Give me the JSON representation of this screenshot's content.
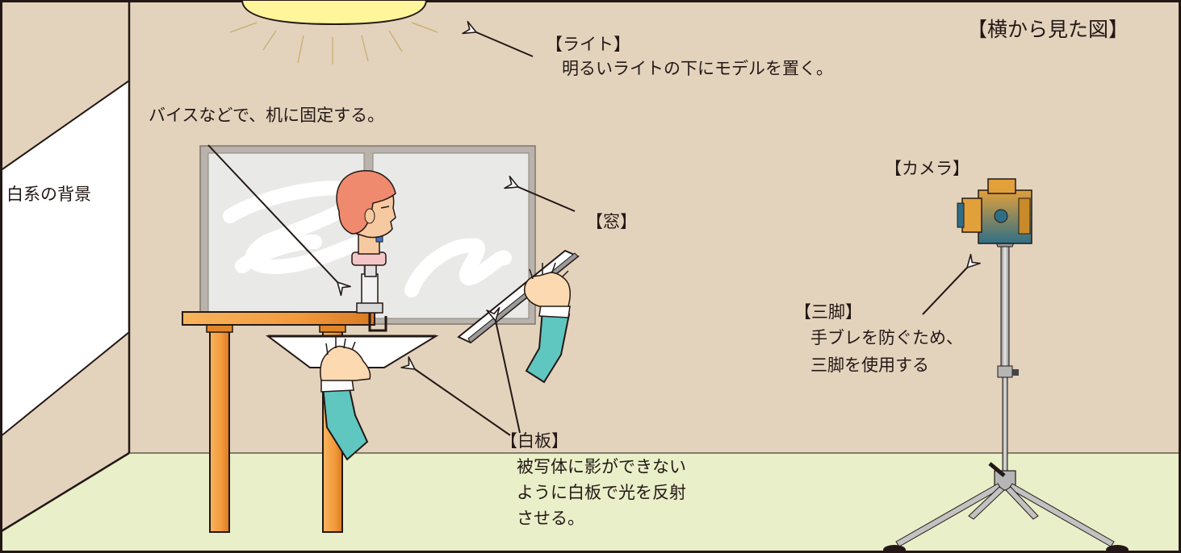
{
  "title": "【横から見た図】",
  "background_label": "白系の背景",
  "light": {
    "heading": "【ライト】",
    "note": "明るいライトの下にモデルを置く。"
  },
  "vise_note": "バイスなどで、机に固定する。",
  "window_label": "【窓】",
  "camera_label": "【カメラ】",
  "tripod": {
    "heading": "【三脚】",
    "line1": "手ブレを防ぐため、",
    "line2": "三脚を使用する"
  },
  "reflector": {
    "heading": "【白板】",
    "line1": "被写体に影ができない",
    "line2": "ように白板で光を反射",
    "line3": "させる。"
  },
  "colors": {
    "wall": "#e3d3bd",
    "floor": "#e9efc8",
    "outline": "#231815",
    "table": "#f39a3c",
    "sleeve": "#5fc6c0",
    "hair": "#ef8a6e",
    "lamp": "#fff59a"
  },
  "icons": [
    "lamp-icon",
    "window-icon",
    "mannequin-head-icon",
    "table-icon",
    "reflector-board-icon",
    "hand-icon",
    "camera-icon",
    "tripod-icon",
    "arrow-icon"
  ]
}
